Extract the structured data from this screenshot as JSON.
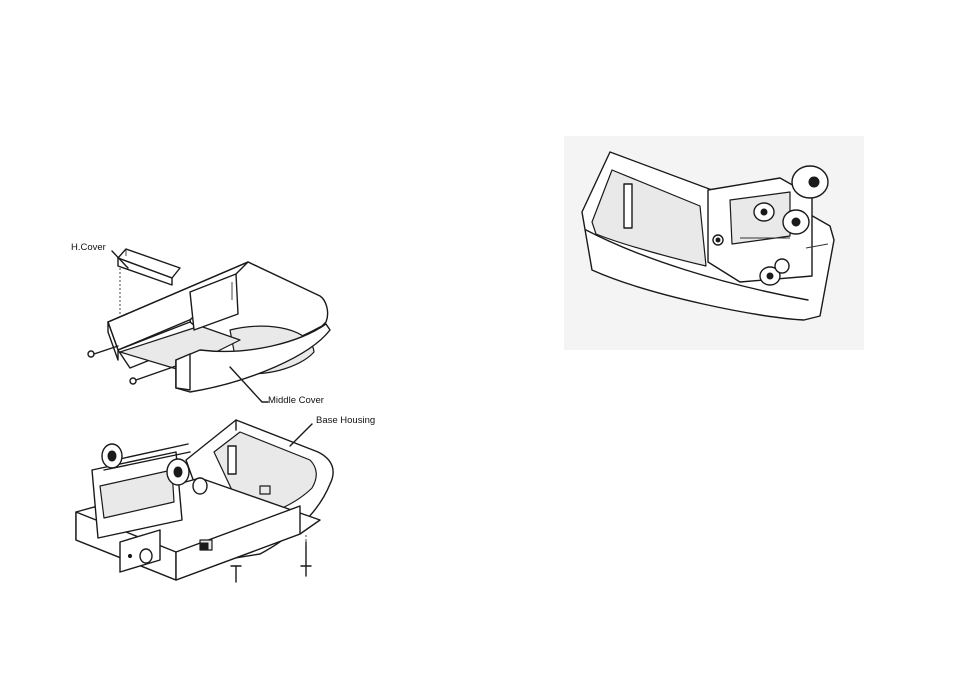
{
  "labels": {
    "h_cover": "H.Cover",
    "middle_cover": "Middle Cover",
    "base_housing": "Base Housing"
  },
  "colors": {
    "line": "#1a1a1a",
    "background": "#ffffff",
    "photo_background": "#f4f4f4"
  }
}
